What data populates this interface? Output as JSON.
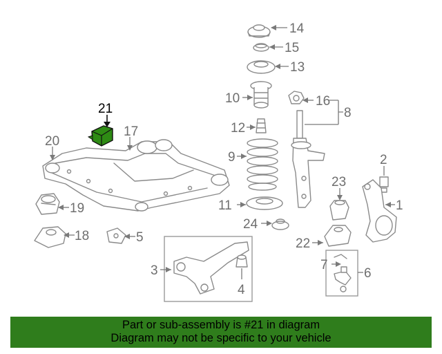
{
  "callouts": [
    "1",
    "2",
    "3",
    "4",
    "5",
    "6",
    "7",
    "8",
    "10",
    "11",
    "12",
    "13",
    "14",
    "15",
    "16",
    "17",
    "18",
    "19",
    "20",
    "21",
    "22",
    "23",
    "24",
    "9"
  ],
  "labels": {
    "n1": "1",
    "n2": "2",
    "n3": "3",
    "n4": "4",
    "n5": "5",
    "n6": "6",
    "n7": "7",
    "n8": "8",
    "n9": "9",
    "n10": "10",
    "n11": "11",
    "n12": "12",
    "n13": "13",
    "n14": "14",
    "n15": "15",
    "n16": "16",
    "n17": "17",
    "n18": "18",
    "n19": "19",
    "n20": "20",
    "n21": "21",
    "n22": "22",
    "n23": "23",
    "n24": "24"
  },
  "highlight": {
    "part": "21",
    "color": "#2e8b14"
  },
  "banner": {
    "line1": "Part or sub-assembly is #21 in diagram",
    "line2": "Diagram may not be specific to your vehicle",
    "background": "#2f7d1c"
  }
}
